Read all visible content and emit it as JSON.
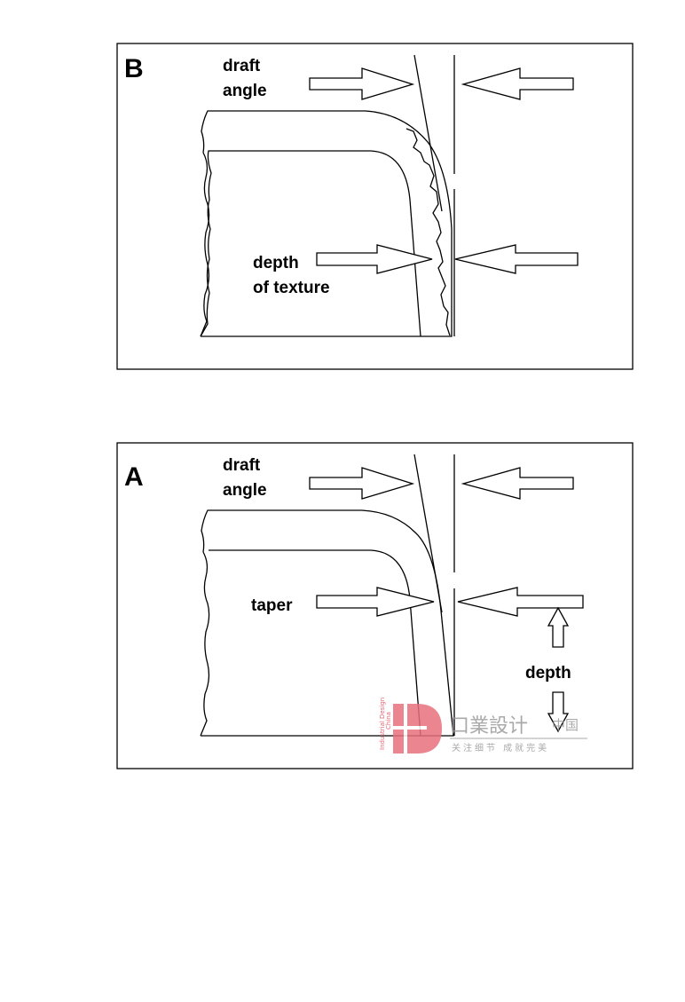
{
  "panel_b": {
    "letter": "B",
    "draft_label_line1": "draft",
    "draft_label_line2": "angle",
    "depth_label_line1": "depth",
    "depth_label_line2": "of texture"
  },
  "panel_a": {
    "letter": "A",
    "draft_label_line1": "draft",
    "draft_label_line2": "angle",
    "taper_label": "taper",
    "depth_label": "depth"
  },
  "watermark": {
    "brand_cn": "口業設计",
    "country_cn": "中国",
    "slogan_cn": "关注细节 成就完美",
    "side_text_1": "Industrial Design",
    "side_text_2": "China",
    "accent_color": "#e8707c"
  }
}
